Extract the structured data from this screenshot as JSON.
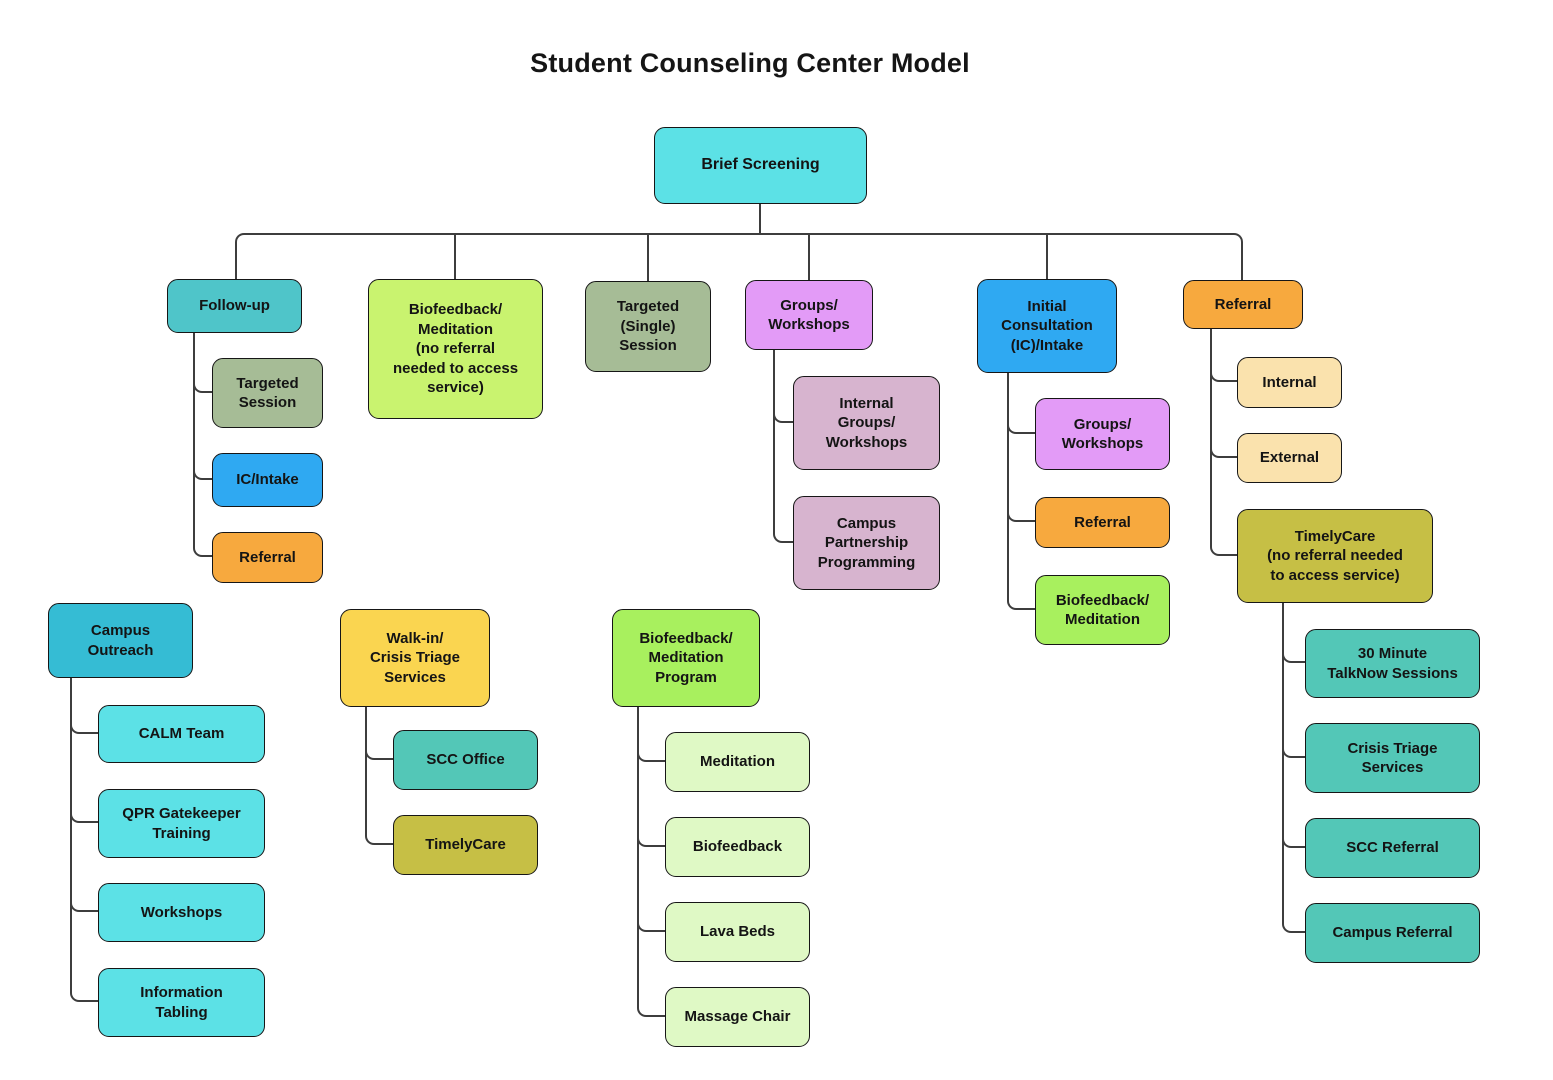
{
  "title": "Student Counseling Center Model",
  "nodes": {
    "brief_screening": {
      "label": "Brief Screening",
      "color": "#5CE1E6"
    },
    "follow_up": {
      "label": "Follow-up",
      "color": "#4FC5C9"
    },
    "biofeedback_meditation_no_referral": {
      "label": "Biofeedback/\nMeditation\n(no referral\nneeded to access\nservice)",
      "color": "#C9F36F"
    },
    "targeted_single_session": {
      "label": "Targeted\n(Single)\nSession",
      "color": "#A6BC96"
    },
    "groups_workshops": {
      "label": "Groups/\nWorkshops",
      "color": "#E39BF7"
    },
    "initial_consultation": {
      "label": "Initial\nConsultation\n(IC)/Intake",
      "color": "#2FA9F2"
    },
    "referral": {
      "label": "Referral",
      "color": "#F7A93E"
    },
    "fu_targeted_session": {
      "label": "Targeted\nSession",
      "color": "#A6BC96"
    },
    "fu_ic_intake": {
      "label": "IC/Intake",
      "color": "#2FA9F2"
    },
    "fu_referral": {
      "label": "Referral",
      "color": "#F7A93E"
    },
    "internal_groups_workshops": {
      "label": "Internal\nGroups/\nWorkshops",
      "color": "#D7B4CF"
    },
    "campus_partnership_programming": {
      "label": "Campus\nPartnership\nProgramming",
      "color": "#D7B4CF"
    },
    "ic_groups_workshops": {
      "label": "Groups/\nWorkshops",
      "color": "#E39BF7"
    },
    "ic_referral": {
      "label": "Referral",
      "color": "#F7A93E"
    },
    "ic_biofeedback_meditation": {
      "label": "Biofeedback/\nMeditation",
      "color": "#A8F05E"
    },
    "ref_internal": {
      "label": "Internal",
      "color": "#FAE2AD"
    },
    "ref_external": {
      "label": "External",
      "color": "#FAE2AD"
    },
    "ref_timelycare": {
      "label": "TimelyCare\n(no referral needed\nto access service)",
      "color": "#C6BF45"
    },
    "tc_talknow": {
      "label": "30 Minute\nTalkNow Sessions",
      "color": "#53C7B7"
    },
    "tc_crisis_triage": {
      "label": "Crisis Triage\nServices",
      "color": "#53C7B7"
    },
    "tc_scc_referral": {
      "label": "SCC Referral",
      "color": "#53C7B7"
    },
    "tc_campus_referral": {
      "label": "Campus Referral",
      "color": "#53C7B7"
    },
    "campus_outreach": {
      "label": "Campus\nOutreach",
      "color": "#35BCD4"
    },
    "co_calm_team": {
      "label": "CALM Team",
      "color": "#5CE1E6"
    },
    "co_qpr_gatekeeper_training": {
      "label": "QPR Gatekeeper\nTraining",
      "color": "#5CE1E6"
    },
    "co_workshops": {
      "label": "Workshops",
      "color": "#5CE1E6"
    },
    "co_information_tabling": {
      "label": "Information\nTabling",
      "color": "#5CE1E6"
    },
    "walk_in_crisis_triage": {
      "label": "Walk-in/\nCrisis Triage\nServices",
      "color": "#FAD550"
    },
    "wi_scc_office": {
      "label": "SCC Office",
      "color": "#53C7B7"
    },
    "wi_timelycare": {
      "label": "TimelyCare",
      "color": "#C6BF45"
    },
    "biofeedback_meditation_program": {
      "label": "Biofeedback/\nMeditation\nProgram",
      "color": "#A8F05E"
    },
    "bmp_meditation": {
      "label": "Meditation",
      "color": "#DFF9C5"
    },
    "bmp_biofeedback": {
      "label": "Biofeedback",
      "color": "#DFF9C5"
    },
    "bmp_lava_beds": {
      "label": "Lava Beds",
      "color": "#DFF9C5"
    },
    "bmp_massage_chair": {
      "label": "Massage Chair",
      "color": "#DFF9C5"
    }
  }
}
